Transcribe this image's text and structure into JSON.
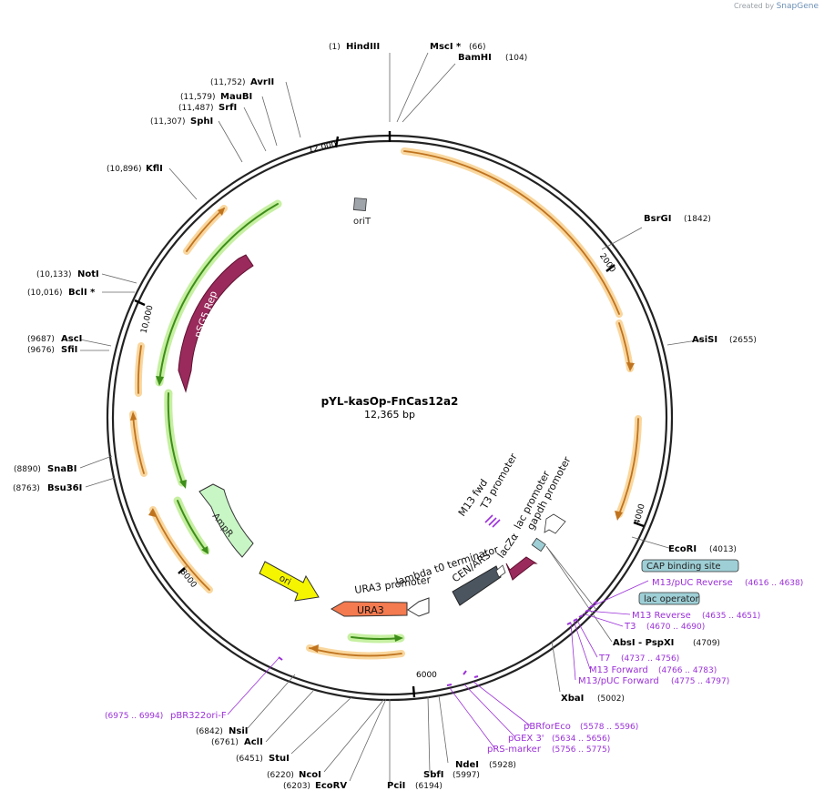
{
  "credit": {
    "prefix": "Created by",
    "brand": "SnapGene"
  },
  "plasmid": {
    "name": "pYL-kasOp-FnCas12a2",
    "size": "12,365 bp"
  },
  "ticks": [
    "12,000",
    "2000",
    "4000",
    "6000",
    "8000",
    "10,000"
  ],
  "sites": [
    {
      "pos": "(1)",
      "name": "HindIII"
    },
    {
      "pos": "(66)",
      "name": "MscI *"
    },
    {
      "pos": "(104)",
      "name": "BamHI"
    },
    {
      "pos": "(1842)",
      "name": "BsrGI"
    },
    {
      "pos": "(2655)",
      "name": "AsiSI"
    },
    {
      "pos": "(4013)",
      "name": "EcoRI"
    },
    {
      "pos": "(4709)",
      "name": "AbsI  - PspXI"
    },
    {
      "pos": "(5002)",
      "name": "XbaI"
    },
    {
      "pos": "(5928)",
      "name": "NdeI"
    },
    {
      "pos": "(5997)",
      "name": "SbfI"
    },
    {
      "pos": "(6194)",
      "name": "PciI"
    },
    {
      "pos": "(6203)",
      "name": "EcoRV"
    },
    {
      "pos": "(6220)",
      "name": "NcoI"
    },
    {
      "pos": "(6451)",
      "name": "StuI"
    },
    {
      "pos": "(6761)",
      "name": "AclI"
    },
    {
      "pos": "(6842)",
      "name": "NsiI"
    },
    {
      "pos": "(8763)",
      "name": "Bsu36I"
    },
    {
      "pos": "(8890)",
      "name": "SnaBI"
    },
    {
      "pos": "(9676)",
      "name": "SfiI"
    },
    {
      "pos": "(9687)",
      "name": "AscI"
    },
    {
      "pos": "(10,016)",
      "name": "BclI *"
    },
    {
      "pos": "(10,133)",
      "name": "NotI"
    },
    {
      "pos": "(10,896)",
      "name": "KflI"
    },
    {
      "pos": "(11,307)",
      "name": "SphI"
    },
    {
      "pos": "(11,487)",
      "name": "SrfI"
    },
    {
      "pos": "(11,579)",
      "name": "MauBI"
    },
    {
      "pos": "(11,752)",
      "name": "AvrII"
    }
  ],
  "primers": [
    {
      "name": "M13/pUC Reverse",
      "range": "(4616 .. 4638)"
    },
    {
      "name": "M13 Reverse",
      "range": "(4635 .. 4651)"
    },
    {
      "name": "T3",
      "range": "(4670 .. 4690)"
    },
    {
      "name": "T7",
      "range": "(4737 .. 4756)"
    },
    {
      "name": "M13 Forward",
      "range": "(4766 .. 4783)"
    },
    {
      "name": "M13/pUC Forward",
      "range": "(4775 .. 4797)"
    },
    {
      "name": "pBRforEco",
      "range": "(5578 .. 5596)"
    },
    {
      "name": "pGEX 3'",
      "range": "(5634 .. 5656)"
    },
    {
      "name": "pRS-marker",
      "range": "(5756 .. 5775)"
    },
    {
      "name": "pBR322ori-F",
      "range": "(6975 .. 6994)"
    }
  ],
  "boxed_features": [
    "CAP binding site",
    "lac operator"
  ],
  "features": {
    "oriT": "oriT",
    "pSG5Rep": "pSG5 Rep",
    "AmpR": "AmpR",
    "ori": "ori",
    "URA3": "URA3",
    "URA3promoter": "URA3 promoter",
    "CENARS": "CEN/ARS",
    "lambda": "lambda t0 terminator",
    "lacZa": "lacZα",
    "lacpromoter": "lac promoter",
    "gapdh": "gapdh promoter",
    "M13fwd": "M13 fwd",
    "T3promoter": "T3 promoter"
  },
  "colors": {
    "orange": "#f5a623",
    "green": "#3e8e1a",
    "purple": "#9b30d9",
    "maroon": "#9a2a5c",
    "yellow": "#f5f500",
    "salmon": "#f47a4f",
    "dark": "#4a5560",
    "amp": "#c8f7c5",
    "boxfill": "#9ecfd6"
  }
}
